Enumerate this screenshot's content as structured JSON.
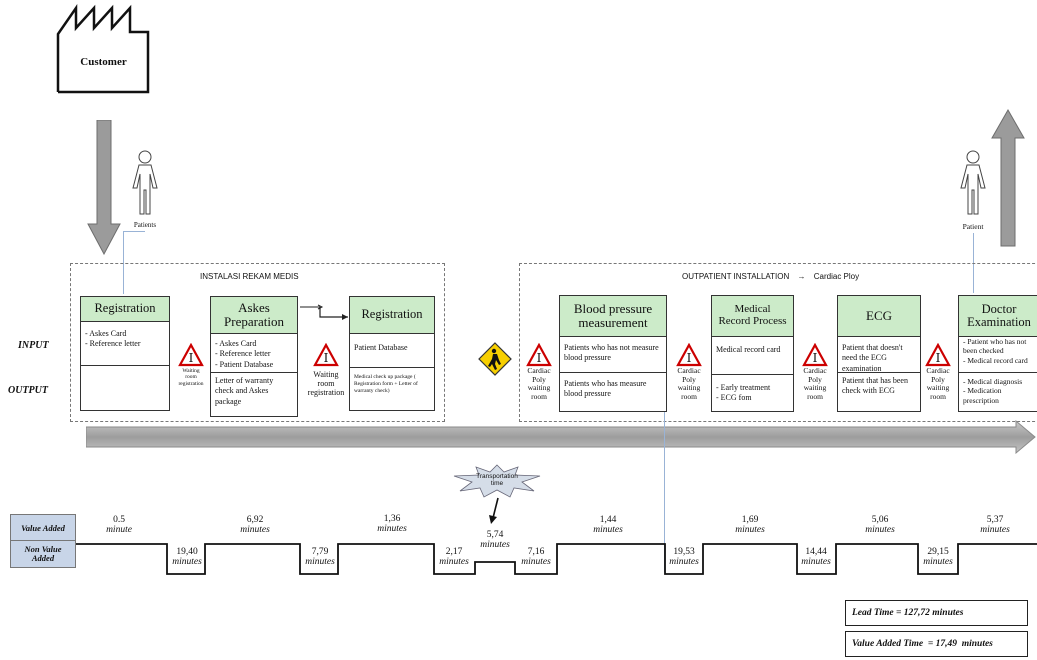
{
  "customer": {
    "label": "Customer"
  },
  "patients_label": "Patients",
  "patient_label": "Patient",
  "row_labels": {
    "input": "INPUT",
    "output": "OUTPUT"
  },
  "section_left": {
    "title": "INSTALASI REKAM MEDIS"
  },
  "section_right": {
    "title": "OUTPATIENT INSTALLATION",
    "arrow": "→",
    "sub": "Cardiac Ploy"
  },
  "processes": {
    "registration1": {
      "title": "Registration",
      "input": "- Askes Card\n- Reference letter",
      "output": ""
    },
    "askes": {
      "title": "Askes\nPreparation",
      "input": "- Askes Card\n- Reference letter\n- Patient Database",
      "output": "Letter of warranty check and Askes package"
    },
    "registration2": {
      "title": "Registration",
      "input": "Patient Database",
      "output": "Medical check up package ( Registration form + Letter of warranty check)"
    },
    "blood": {
      "title": "Blood pressure\nmeasurement",
      "input": "Patients who has not measure blood pressure",
      "output": "Patients who has measure blood pressure"
    },
    "medical": {
      "title": "Medical\nRecord Process",
      "input": "Medical record card",
      "output": "- Early treatment\n- ECG fom"
    },
    "ecg": {
      "title": "ECG",
      "input": "Patient that doesn't need the ECG examination",
      "output": "Patient that has been check with ECG"
    },
    "doctor": {
      "title": "Doctor\nExamination",
      "input": "- Patient who has not been checked\n- Medical record card",
      "output": "- Medical diagnosis\n- Medication prescription"
    }
  },
  "waits": {
    "w1": "Waiting\nroom\nregistration",
    "w2": "Waiting\nroom\nregistration",
    "w3": "Cardiac\nPoly\nwaiting\nroom",
    "w4": "Cardiac\nPoly\nwaiting\nroom",
    "w5": "Cardiac\nPoly\nwaiting\nroom",
    "w6": "Cardiac\nPoly\nwaiting\nroom"
  },
  "transport_label": "Transportation\ntime",
  "timeline": {
    "value_added_label": "Value Added",
    "non_value_added_label": "Non Value\nAdded",
    "unit_minute": "minute",
    "unit_minutes": "minutes",
    "va": [
      "0.5",
      "6,92",
      "1,36",
      "5,74",
      "1,44",
      "1,69",
      "5,06",
      "5,37"
    ],
    "nva": [
      "19,40",
      "7,79",
      "2,17",
      "7,16",
      "19,53",
      "14,44",
      "29,15"
    ]
  },
  "summary": {
    "lead_label": "Lead Time = ",
    "lead_value": "127,72 minutes",
    "va_label": "Value Added Time  = ",
    "va_value": "17,49  minutes"
  }
}
